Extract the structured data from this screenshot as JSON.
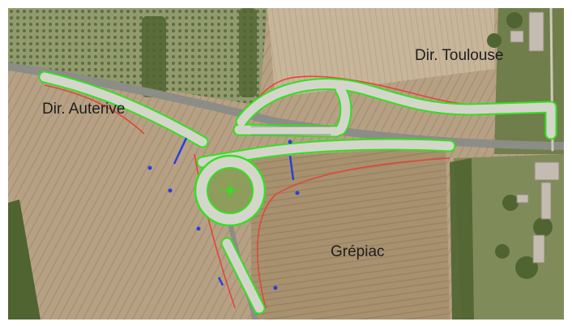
{
  "labels": {
    "toulouse": "Dir. Toulouse",
    "auterive": "Dir. Auterive",
    "grepiac": "Grépiac"
  },
  "colors": {
    "field_tan": "#b7a184",
    "field_light": "#c9b79c",
    "vegetation": "#5a6e3a",
    "asphalt": "#9a9a92",
    "roadway": "#d4d6cb",
    "edge_green": "#33e01f",
    "boundary_red": "#e0463a",
    "marker_blue": "#2a3fd8"
  }
}
